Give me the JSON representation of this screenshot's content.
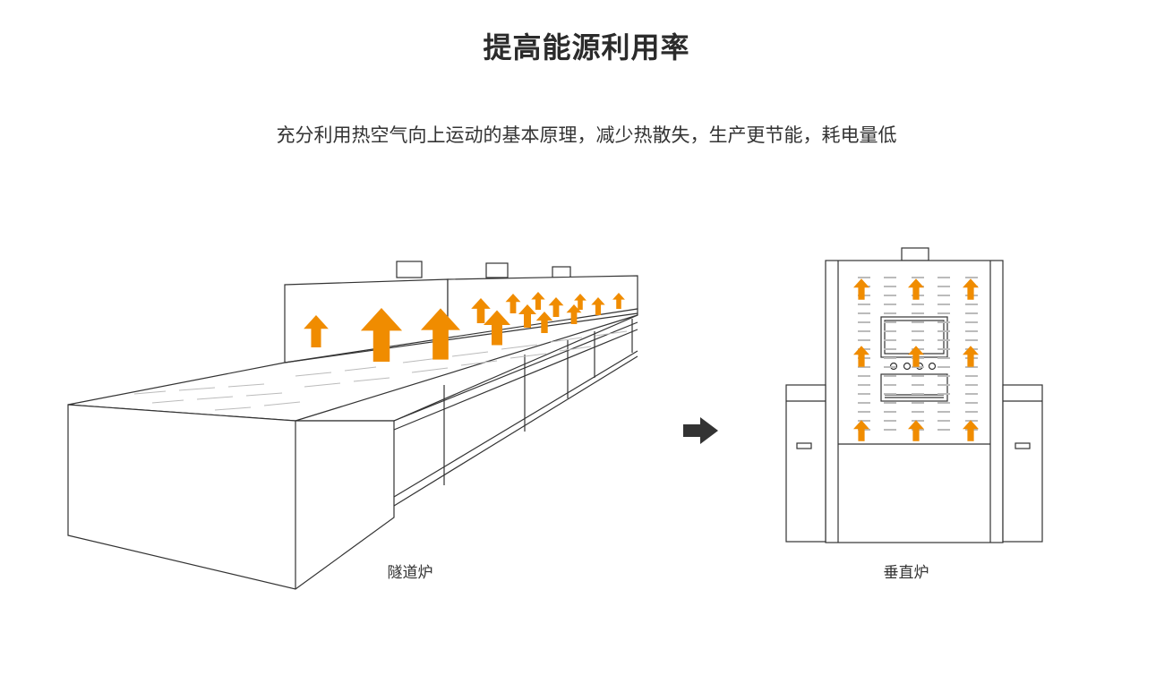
{
  "header": {
    "title": "提高能源利用率",
    "subtitle": "充分利用热空气向上运动的基本原理，减少热散失，生产更节能，耗电量低"
  },
  "diagram": {
    "left_label": "隧道炉",
    "right_label": "垂直炉",
    "accent_color": "#f08c00",
    "line_color": "#333333",
    "arrow_color": "#333333"
  }
}
